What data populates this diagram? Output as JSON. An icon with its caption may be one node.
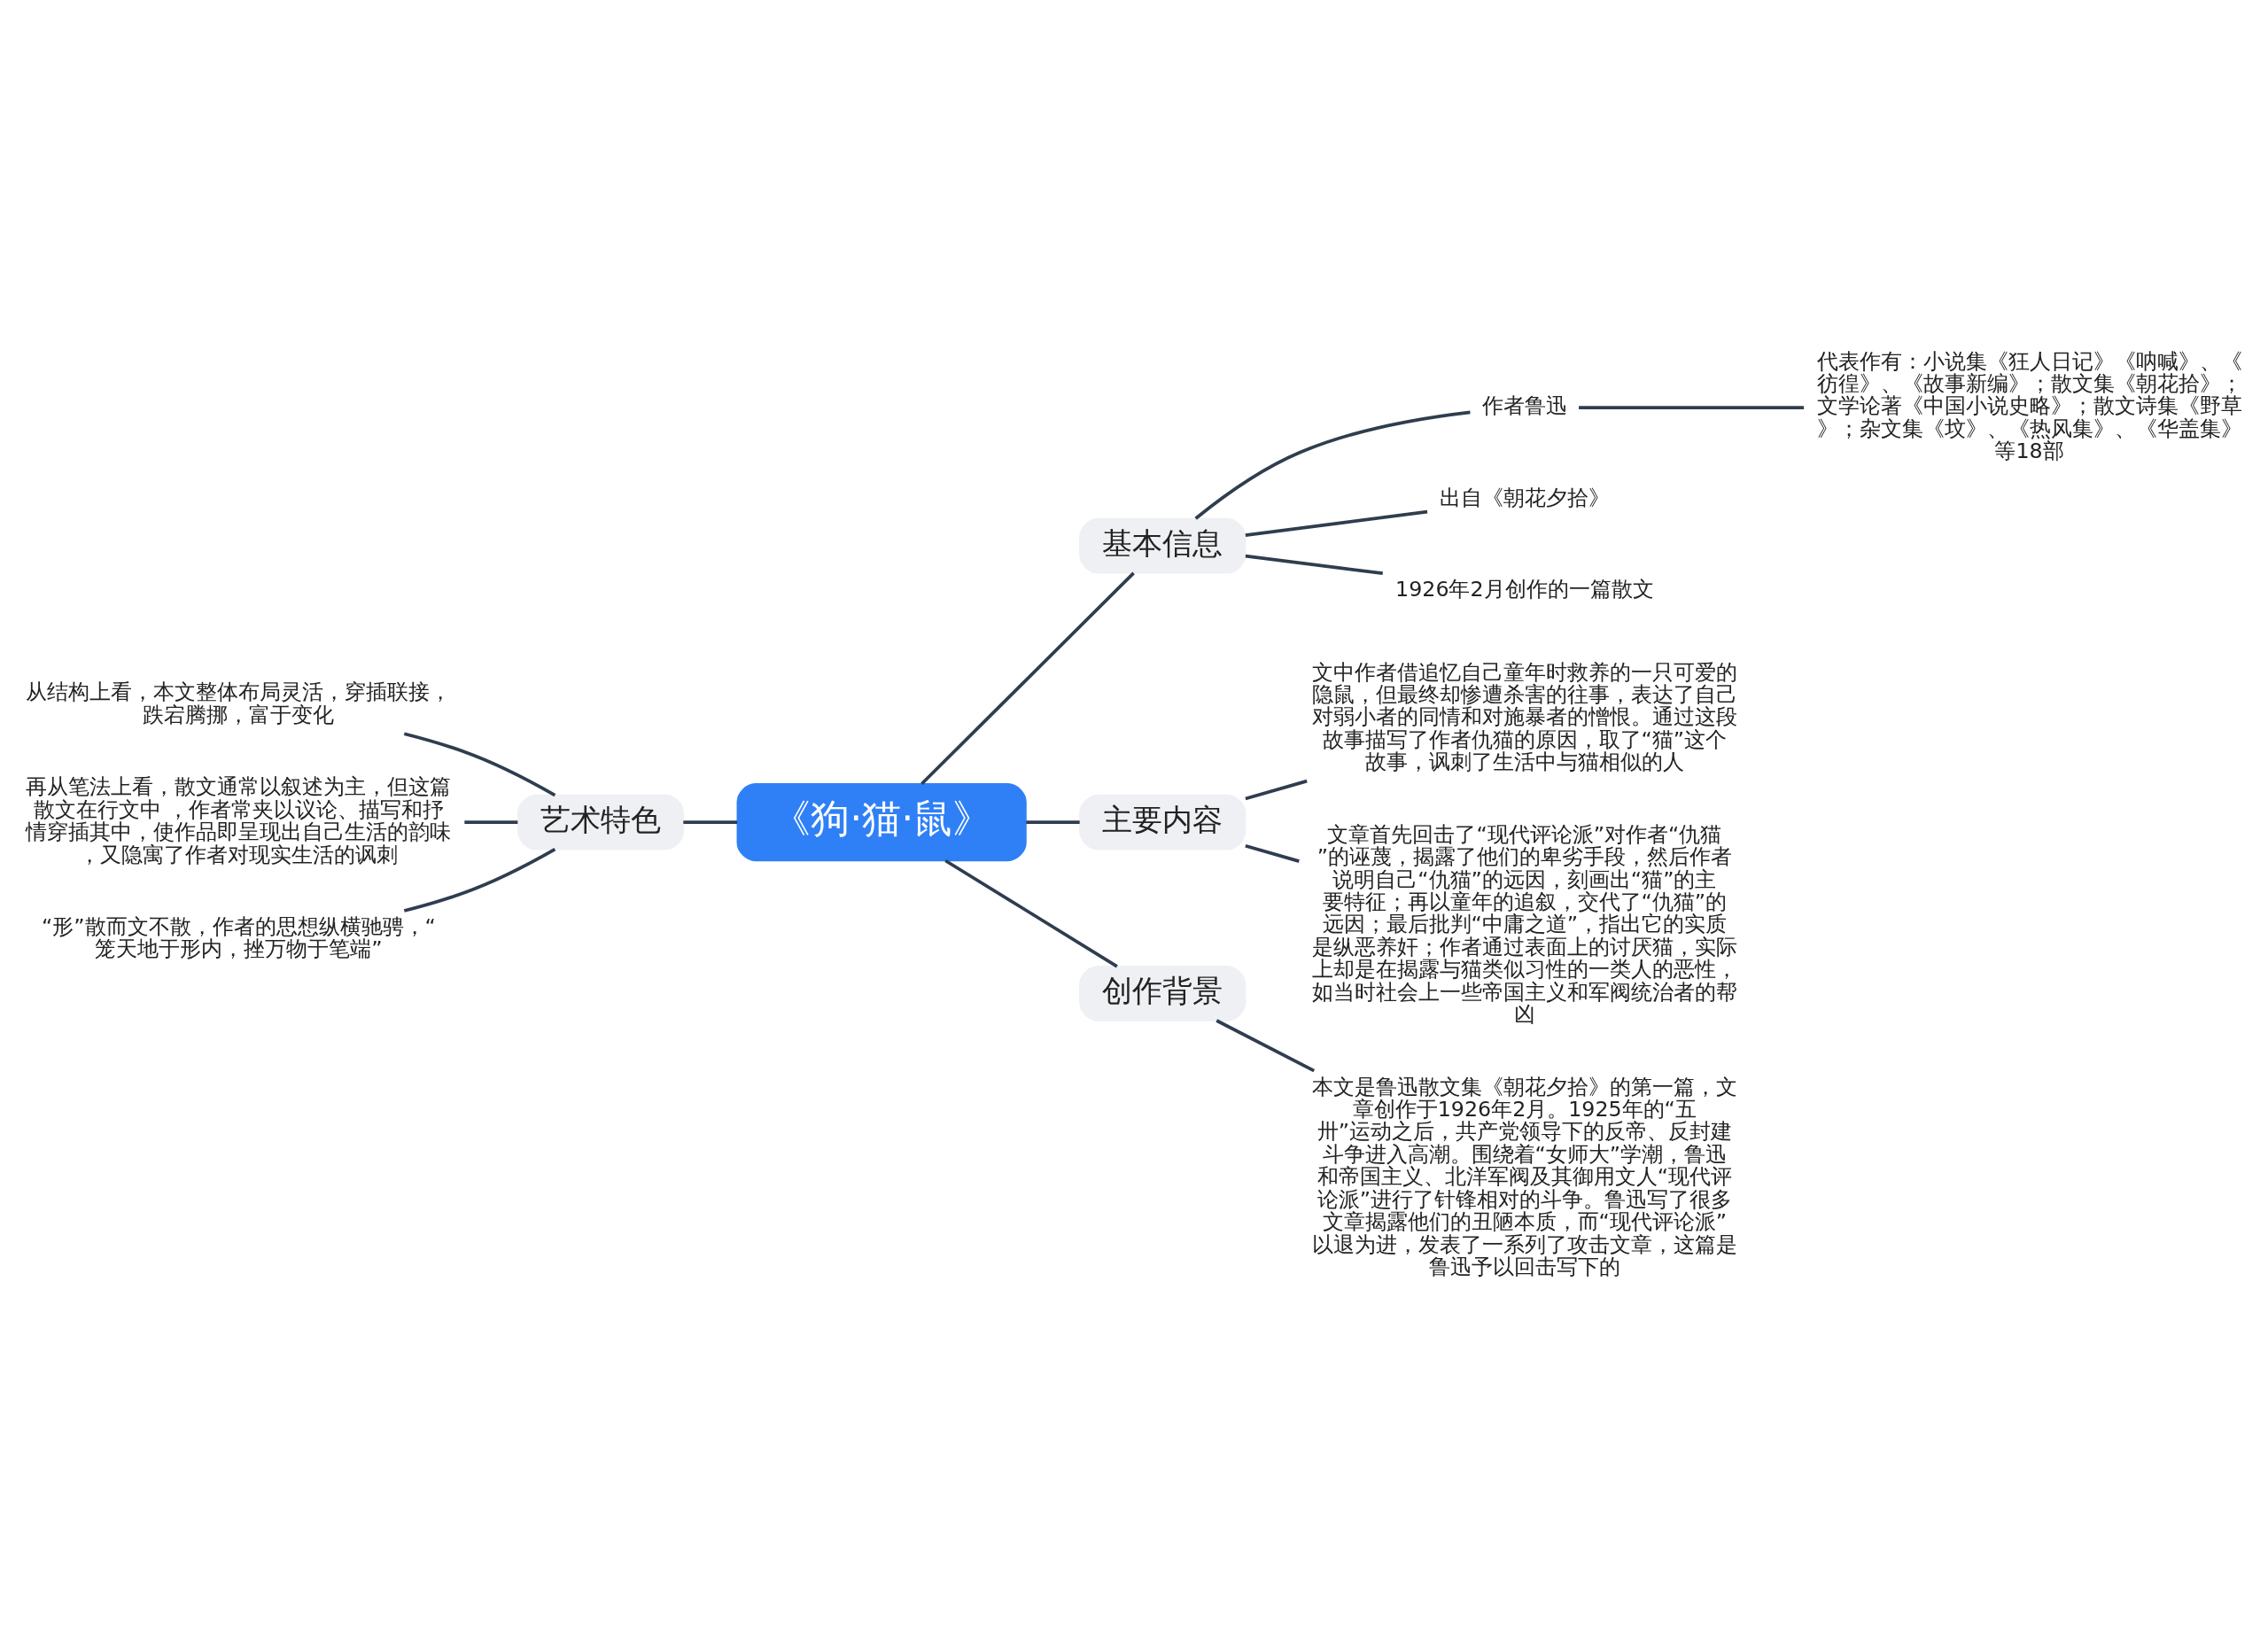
{
  "diagram": {
    "nodes": [
      {
        "text": [
          "《狗·猫·鼠》"
        ]
      },
      {
        "text": [
          "基本信息"
        ]
      },
      {
        "text": [
          "作者鲁迅"
        ]
      },
      {
        "text": [
          "代表作有：小说集《狂人日记》《呐喊》、《彷徨》、《故事新编》；散文集《朝花拾》；文学论著《中国小说史略》；散文诗集《野草》；杂文集《坟》、《热风集》、《华盖集》等18部"
        ]
      },
      {
        "text": [
          "出自《朝花夕拾》"
        ]
      },
      {
        "text": [
          "1926年2月创作的一篇散文"
        ]
      },
      {
        "text": [
          "主要内容"
        ]
      },
      {
        "text": [
          "文中作者借追忆自己童年时救养的一只可爱的隐鼠，但最终却惨遭杀害的往事，表达了自己对弱小者的同情和对施暴者的憎恨。通过这段故事描写了作者仇猫的原因，取了“猫”这个故事，讽刺了生活中与猫相似的人"
        ]
      },
      {
        "text": [
          "文章首先回击了“现代评论派”对作者“仇猫”的诬蔑，揭露了他们的卑劣手段，然后作者说明自己“仇猫”的远因，刻画出“猫”的主要特征；再以童年的追叙，交代了“仇猫”的远因；最后批判“中庸之道”，指出它的实质是纵恶养奸；作者通过表面上的讨厌猫，实际上却是在揭露与猫类似习性的一类人的恶性，如当时社会上一些帝国主义和军阀统治者的帮凶"
        ]
      },
      {
        "text": [
          "创作背景"
        ]
      },
      {
        "text": [
          "本文是鲁迅散文集《朝花夕拾》的第一篇，文章创作于1926年2月。1925年的“五卅”运动之后，共产党领导下的反帝、反封建斗争进入高潮。围绕着“女师大”学潮，鲁迅和帝国主义、北洋军阀及其御用文人“现代评论派”进行了针锋相对的斗争。鲁迅写了很多文章揭露他们的丑陋本质，而“现代评论派”以退为进，发表了一系列了攻击文章，这篇是鲁迅予以回击写下的"
        ]
      },
      {
        "text": [
          "艺术特色"
        ]
      },
      {
        "text": [
          "从结构上看，本文整体布局灵活，穿插联接，跌宕腾挪，富于变化"
        ]
      },
      {
        "text": [
          "再从笔法上看，散文通常以叙述为主，但这篇散文在行文中 ，作者常夹以议论、描写和抒情穿插其中，使作品即呈现出自己生活的韵味，又隐寓了作者对现实生活的讽刺"
        ]
      },
      {
        "text": [
          "“形”散而文不散，作者的思想纵横驰骋，“笼天地于形内，挫万物于笔端”"
        ]
      }
    ],
    "edges": [
      {
        "from": 0,
        "to": 1,
        "arrow": "none"
      },
      {
        "from": 1,
        "to": 2,
        "arrow": "none"
      },
      {
        "from": 2,
        "to": 3,
        "arrow": "none"
      },
      {
        "from": 1,
        "to": 4,
        "arrow": "none"
      },
      {
        "from": 1,
        "to": 5,
        "arrow": "none"
      },
      {
        "from": 0,
        "to": 6,
        "arrow": "none"
      },
      {
        "from": 6,
        "to": 7,
        "arrow": "none"
      },
      {
        "from": 6,
        "to": 8,
        "arrow": "none"
      },
      {
        "from": 0,
        "to": 9,
        "arrow": "none"
      },
      {
        "from": 9,
        "to": 10,
        "arrow": "none"
      },
      {
        "from": 0,
        "to": 11,
        "arrow": "none"
      },
      {
        "from": 11,
        "to": 12,
        "arrow": "none"
      },
      {
        "from": 11,
        "to": 13,
        "arrow": "none"
      },
      {
        "from": 11,
        "to": 14,
        "arrow": "none"
      }
    ]
  }
}
